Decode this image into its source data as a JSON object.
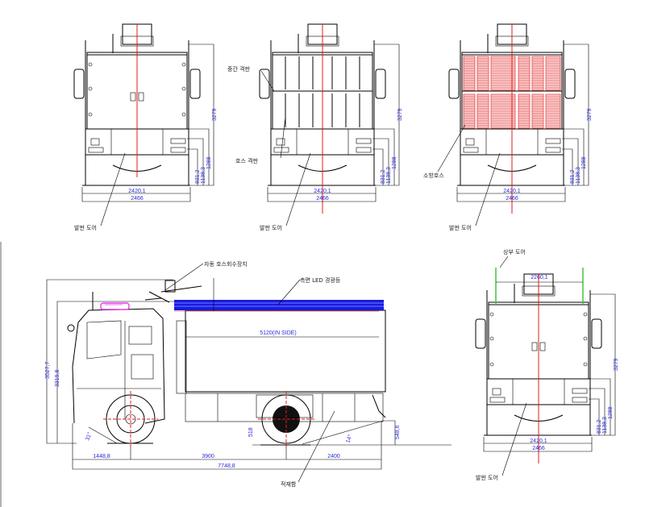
{
  "colors": {
    "line": "#000000",
    "dimension": "#2a2ad8",
    "centerline": "#e41b1b",
    "led": "#1a1ae0",
    "beacon": "#e83ce8",
    "top_door": "#3cc83c",
    "hose": "#e84a4a"
  },
  "rear_views": [
    {
      "variant": "closed",
      "dims": {
        "inner_width": "2420,1",
        "outer_width": "2466",
        "h1": "831,2",
        "h2": "1138,3",
        "h3": "1288",
        "total_height": "3279"
      },
      "callouts": [
        {
          "label": "발판 도어"
        }
      ]
    },
    {
      "variant": "partitions",
      "dims": {
        "inner_width": "2420,1",
        "outer_width": "2466",
        "h1": "831,2",
        "h2": "1138,3",
        "h3": "1288",
        "total_height": "3279"
      },
      "callouts": [
        {
          "label": "중간 격판"
        },
        {
          "label": "호스 격판"
        },
        {
          "label": "발판 도어"
        }
      ]
    },
    {
      "variant": "hoses",
      "dims": {
        "inner_width": "2420,1",
        "outer_width": "2466",
        "h1": "831,2",
        "h2": "1138,3",
        "h3": "1288",
        "total_height": "3279"
      },
      "callouts": [
        {
          "label": "소방호스"
        },
        {
          "label": "발판 도어"
        }
      ]
    },
    {
      "variant": "top-door",
      "dims": {
        "inner_width": "2420,1",
        "outer_width": "2466",
        "h1": "831,2",
        "h2": "1138,3",
        "h3": "1288",
        "total_height": "3279",
        "top_width": "2260,1"
      },
      "callouts": [
        {
          "label": "상부 도어"
        },
        {
          "label": "발판 도어"
        }
      ]
    }
  ],
  "side_view": {
    "callouts": {
      "hose_reel": "자동 호스회수장치",
      "led": "측면 LED 경광등",
      "cargo": "적재함"
    },
    "dims": {
      "inside_length": "5120(IN SIDE)",
      "overall_height": "3527,7",
      "body_height": "3319,8",
      "front_overhang": "1448,8",
      "wheelbase": "3900",
      "rear_overhang": "2400",
      "overall_length": "7748,8",
      "approach_angle": "31°",
      "departure_angle": "14°",
      "ground_clearance": "518",
      "rear_height": "548,6"
    }
  }
}
